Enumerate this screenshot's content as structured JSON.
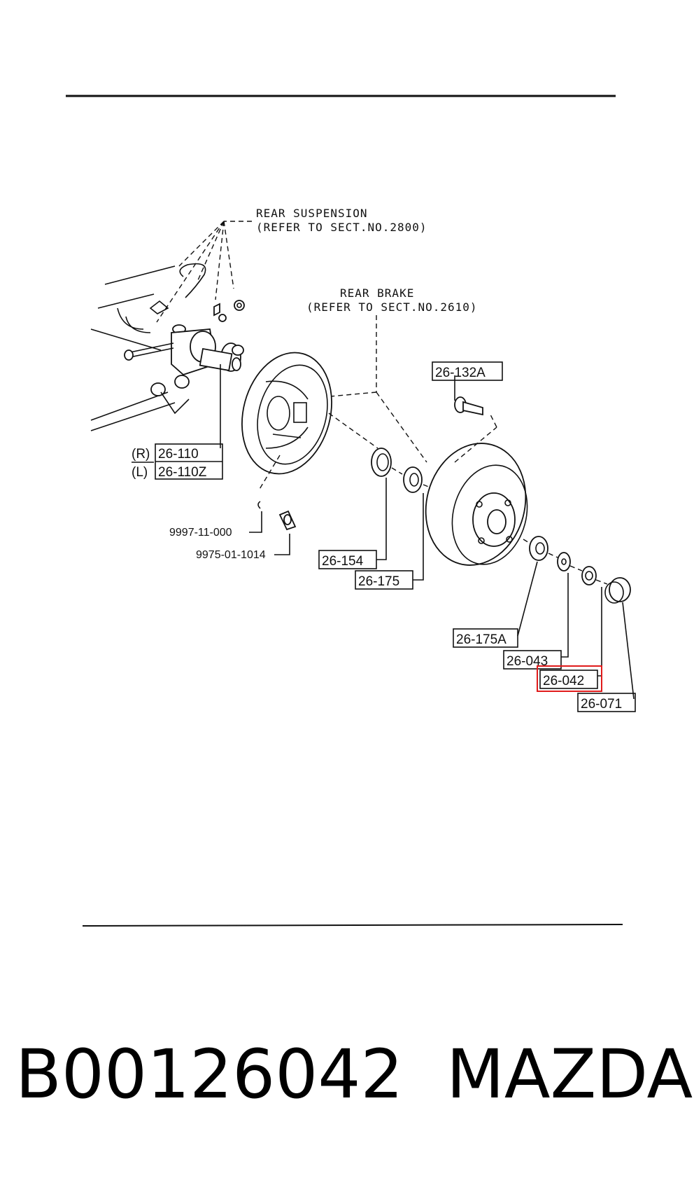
{
  "notes": {
    "rear_suspension_line1": "REAR SUSPENSION",
    "rear_suspension_line2": "(REFER TO SECT.NO.2800)",
    "rear_brake_line1": "REAR BRAKE",
    "rear_brake_line2": "(REFER TO SECT.NO.2610)"
  },
  "parts": {
    "p26_132A": "26-132A",
    "side_r": "(R)",
    "side_l": "(L)",
    "p26_110": "26-110",
    "p26_110Z": "26-110Z",
    "p9997_11_000": "9997-11-000",
    "p9975_01_1014": "9975-01-1014",
    "p26_154": "26-154",
    "p26_175": "26-175",
    "p26_175A": "26-175A",
    "p26_043": "26-043",
    "p26_042": "26-042",
    "p26_071": "26-071"
  },
  "highlight": {
    "part": "26-042",
    "color": "#e01b1b"
  },
  "caption": {
    "part_number": "B00126042",
    "brand": "MAZDA"
  }
}
